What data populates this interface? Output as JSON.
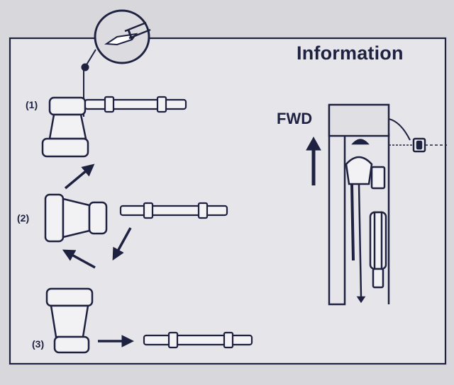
{
  "diagram": {
    "title": "Information",
    "direction_label": "FWD",
    "steps": [
      {
        "label": "(1)"
      },
      {
        "label": "(2)"
      },
      {
        "label": "(3)"
      }
    ]
  },
  "colors": {
    "ink": "#1e2240",
    "background": "#d8d8dc",
    "panel": "#e6e6ea"
  }
}
